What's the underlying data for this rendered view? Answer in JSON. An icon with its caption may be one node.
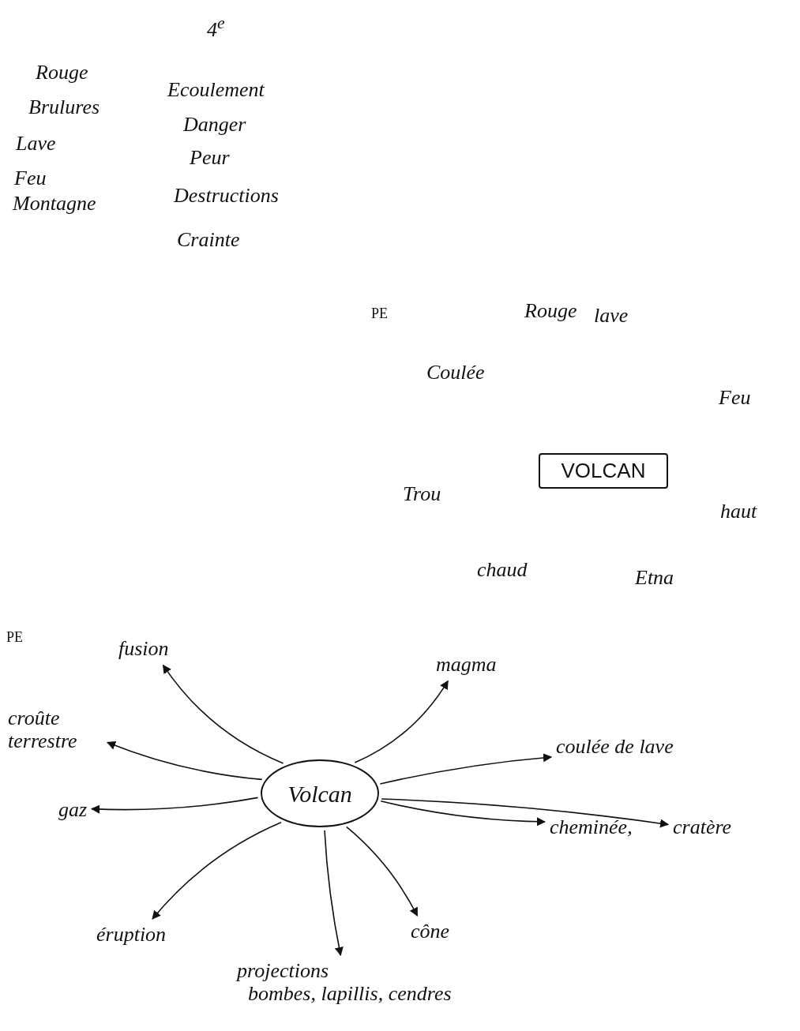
{
  "diagram": {
    "nodes": [
      {
        "text": [
          "VOLCAN"
        ]
      },
      {
        "text": [
          "Volcan"
        ]
      },
      {
        "text": [
          "fusion"
        ]
      },
      {
        "text": [
          "croûte terrestre"
        ]
      },
      {
        "text": [
          "gaz"
        ]
      },
      {
        "text": [
          "éruption"
        ]
      },
      {
        "text": [
          "projections",
          "bombes, lapillis, cendres"
        ]
      },
      {
        "text": [
          "cône"
        ]
      },
      {
        "text": [
          "cheminée,"
        ]
      },
      {
        "text": [
          "cratère"
        ]
      },
      {
        "text": [
          "coulée de lave"
        ]
      },
      {
        "text": [
          "magma"
        ]
      }
    ],
    "edges": [
      {
        "from": 1,
        "to": 2,
        "arrow": "to"
      },
      {
        "from": 1,
        "to": 3,
        "arrow": "to"
      },
      {
        "from": 1,
        "to": 4,
        "arrow": "to"
      },
      {
        "from": 1,
        "to": 5,
        "arrow": "to"
      },
      {
        "from": 1,
        "to": 6,
        "arrow": "to"
      },
      {
        "from": 1,
        "to": 7,
        "arrow": "to"
      },
      {
        "from": 1,
        "to": 8,
        "arrow": "to"
      },
      {
        "from": 1,
        "to": 9,
        "arrow": "to"
      },
      {
        "from": 1,
        "to": 10,
        "arrow": "to"
      },
      {
        "from": 1,
        "to": 11,
        "arrow": "to"
      }
    ],
    "labels": [
      "4$^{e}$",
      "Rouge",
      "Brulures",
      "Lave",
      "Feu",
      "Montagne",
      "Ecoulement",
      "Danger",
      "Peur",
      "Destructions",
      "Crainte",
      "PE",
      "Rouge",
      "lave",
      "Coulée",
      "Feu",
      "Trou",
      "haut",
      "chaud",
      "Etna",
      "PE"
    ]
  }
}
